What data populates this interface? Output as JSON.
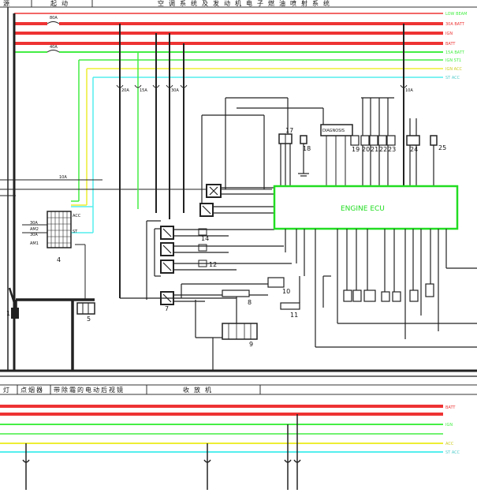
{
  "top_header": {
    "cells": [
      "源",
      "起动",
      "空调系统及发动机电子燃油喷射系统"
    ]
  },
  "bottom_header": {
    "cells": [
      "灯",
      "点烟器",
      "带除霜的电动后视镜",
      "收放机"
    ]
  },
  "bus_labels": {
    "top": [
      "LOW BEAM",
      "30A BATT",
      "IGN",
      "BATT",
      "15A BATT",
      "IGN ST1",
      "IGN ACC",
      "ST ACC"
    ],
    "bottom": [
      "BATT",
      "IGN",
      "ACC",
      "ST ACC"
    ]
  },
  "fuses": {
    "f80a": "80A",
    "f40a": "40A",
    "f30a_1": "30A",
    "f30a_2": "30A",
    "f10a": "10A",
    "f15a": "15A",
    "f20a": "20A",
    "f30a_ign": "30A",
    "f10a_ecu": "10A"
  },
  "ecu": {
    "title": "ENGINE ECU",
    "border_color": "#22dd22",
    "title_color": "#22dd22"
  },
  "components": {
    "c1": "1",
    "c4": "4",
    "c5": "5",
    "c7": "7",
    "c8": "8",
    "c9": "9",
    "c10": "10",
    "c11": "11",
    "c12": "12",
    "c14": "14",
    "c17": "17",
    "c18": "18",
    "c19": "19",
    "c20": "20",
    "c21": "21",
    "c22": "22",
    "c23": "23",
    "c24": "24",
    "c25": "25",
    "c_diag": "DIAGNOSIS"
  },
  "switch_labels": {
    "am1": "AM1",
    "am2": "AM2",
    "acc": "ACC",
    "st": "ST"
  },
  "colors": {
    "red": "#ee3333",
    "green": "#44ee44",
    "yellow": "#eeee33",
    "cyan": "#55eeee",
    "wire": "#222222"
  }
}
